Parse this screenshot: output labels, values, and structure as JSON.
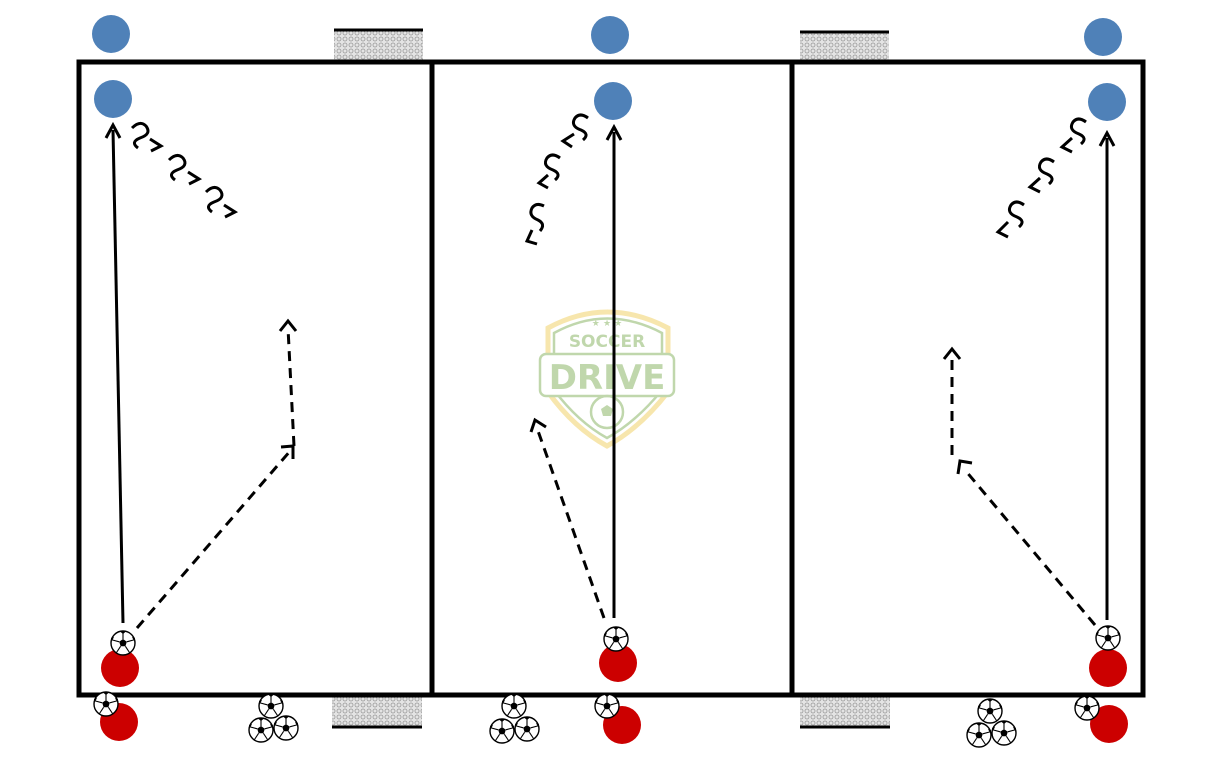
{
  "logo": {
    "line1": "SOCCER",
    "line2": "DRIVE",
    "stars": "★ ★ ★"
  },
  "colors": {
    "field_line": "#000000",
    "attacker": "#cc0000",
    "defender": "#4f81b8",
    "goal_fill": "#e4e4e4",
    "logo_green": "#8db86a",
    "logo_gold": "#f2d36b"
  },
  "icons": [
    "soccer-ball-icon",
    "goal-net-icon",
    "player-marker-icon",
    "arrow-icon"
  ],
  "field": {
    "grids": 3,
    "small_goals": 4
  }
}
